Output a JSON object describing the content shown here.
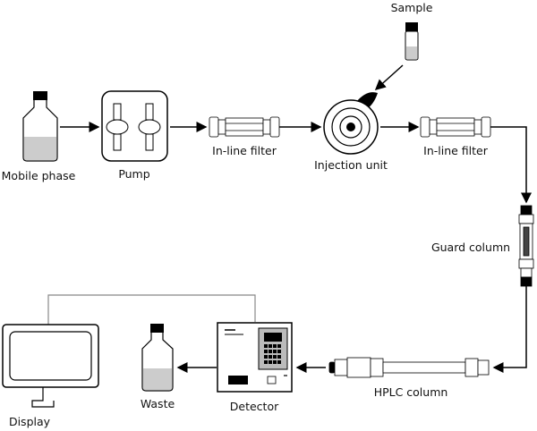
{
  "labels": {
    "sample": "Sample",
    "mobile_phase": "Mobile phase",
    "pump": "Pump",
    "filter1": "In-line filter",
    "injection": "Injection unit",
    "filter2": "In-line filter",
    "guard": "Guard column",
    "hplc": "HPLC column",
    "detector": "Detector",
    "waste": "Waste",
    "display": "Display"
  },
  "colors": {
    "line": "#000000",
    "liquid": "#cccccc",
    "cable": "#888888",
    "panel": "#bbbbbb"
  }
}
